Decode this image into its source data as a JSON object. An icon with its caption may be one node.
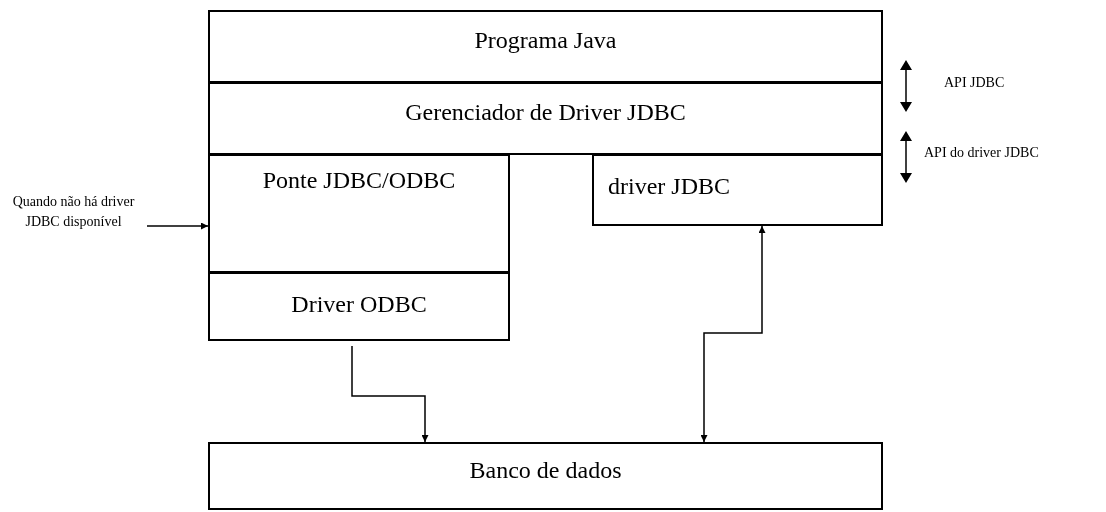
{
  "diagram": {
    "nodes": [
      {
        "text": [
          "Programa Java"
        ]
      },
      {
        "text": [
          "Gerenciador de Driver JDBC"
        ]
      },
      {
        "text": [
          "Ponte JDBC/ODBC"
        ]
      },
      {
        "text": [
          "driver JDBC"
        ]
      },
      {
        "text": [
          "Driver ODBC"
        ]
      },
      {
        "text": [
          "Banco de dados"
        ]
      },
      {
        "text": [
          "Quando não há driver JDBC disponível"
        ]
      }
    ],
    "edges": [
      {
        "from": 6,
        "to": 2,
        "arrow": "to"
      },
      {
        "from": 4,
        "to": 5,
        "arrow": "to"
      },
      {
        "from": 3,
        "to": 5,
        "arrow": "both"
      }
    ],
    "labels": [
      "API JDBC",
      "API do driver JDBC"
    ]
  }
}
